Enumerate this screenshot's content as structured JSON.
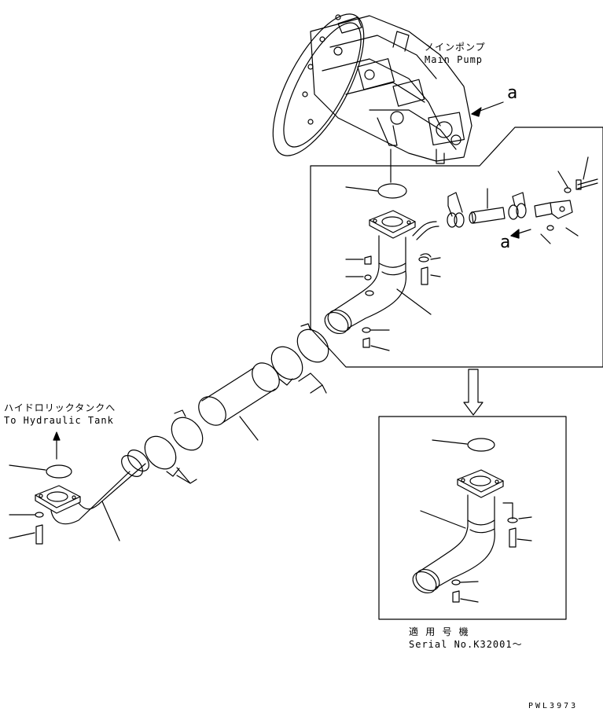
{
  "labels": {
    "main_pump_ja": "メインポンプ",
    "main_pump_en": "Main Pump",
    "view_a_top": "a",
    "view_a_mid": "a",
    "tank_ja": "ハイドロリックタンクへ",
    "tank_en": "To Hydraulic Tank",
    "serial_ja": "適 用 号 機",
    "serial_en": "Serial No.K32001〜",
    "drawing_no": "PWL3973"
  }
}
